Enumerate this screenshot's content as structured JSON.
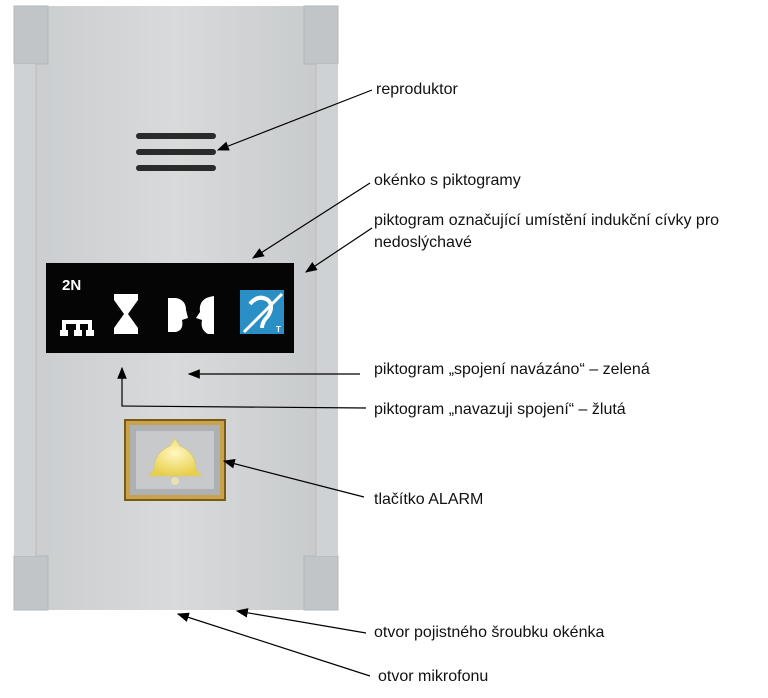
{
  "panel": {
    "brand_logo": "2N",
    "pictograms": [
      "network-icon",
      "hourglass-icon",
      "two-heads-talking-icon",
      "hearing-loop-icon"
    ],
    "loop_letter": "T",
    "loop_color": "#2a8fc4",
    "button_bell_color": "#f0e07a",
    "button_frame_color": "#b48a2a"
  },
  "labels": {
    "speaker": "reproduktor",
    "window": "okénko s piktogramy",
    "loop": "piktogram označující umístění indukční cívky pro nedoslýchavé",
    "connected": "piktogram „spojení navázáno“ – zelená",
    "connecting": "piktogram „navazuji spojení“ – žlutá",
    "alarm": "tlačítko ALARM",
    "screw": "otvor pojistného šroubku okénka",
    "microphone": "otvor mikrofonu"
  }
}
